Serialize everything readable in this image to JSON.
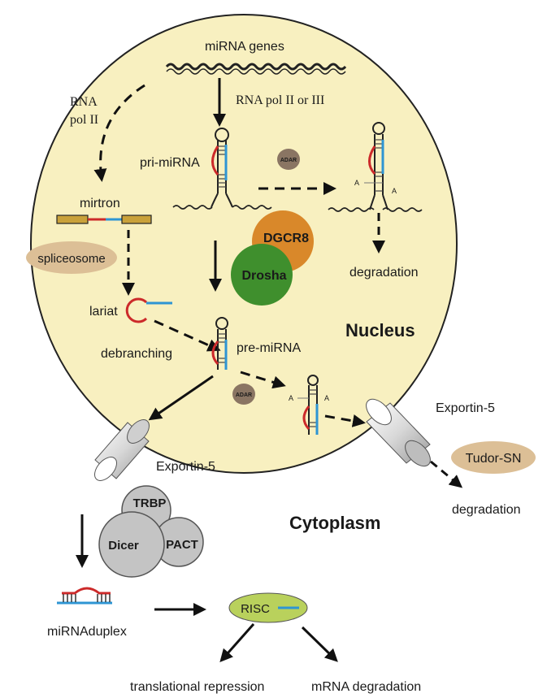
{
  "labels": {
    "mirna_genes": "miRNA genes",
    "rna_pol_ii_iii": "RNA pol II or III",
    "rna": "RNA",
    "pol_ii": "pol II",
    "pri_mirna": "pri-miRNA",
    "adar": "ADAR",
    "adar2": "ADAR",
    "mirtron": "mirtron",
    "spliceosome": "spliceosome",
    "dgcr8": "DGCR8",
    "drosha": "Drosha",
    "degradation_nuc": "degradation",
    "lariat": "lariat",
    "debranching": "debranching",
    "pre_mirna": "pre-miRNA",
    "nucleus": "Nucleus",
    "exportin_left": "Exportin-5",
    "exportin_right": "Exportin-5",
    "tudor_sn": "Tudor-SN",
    "degradation_cyto": "degradation",
    "cytoplasm": "Cytoplasm",
    "trbp": "TRBP",
    "dicer": "Dicer",
    "pact": "PACT",
    "mirna_duplex": "miRNAduplex",
    "risc": "RISC",
    "translational_repression": "translational repression",
    "mrna_degradation": "mRNA degradation",
    "edit_a": "A"
  },
  "colors": {
    "nucleus_fill": "#f8f0c0",
    "dgcr8": "#d9882a",
    "drosha": "#3f8f2d",
    "adar": "#8a7563",
    "spliceosome": "#dcbf96",
    "tudor": "#dcbf96",
    "dicer_complex": "#c4c4c4",
    "risc": "#b9d15c",
    "rna_red": "#cc2a2a",
    "rna_blue": "#2e95d3",
    "exon": "#c9a13a"
  }
}
